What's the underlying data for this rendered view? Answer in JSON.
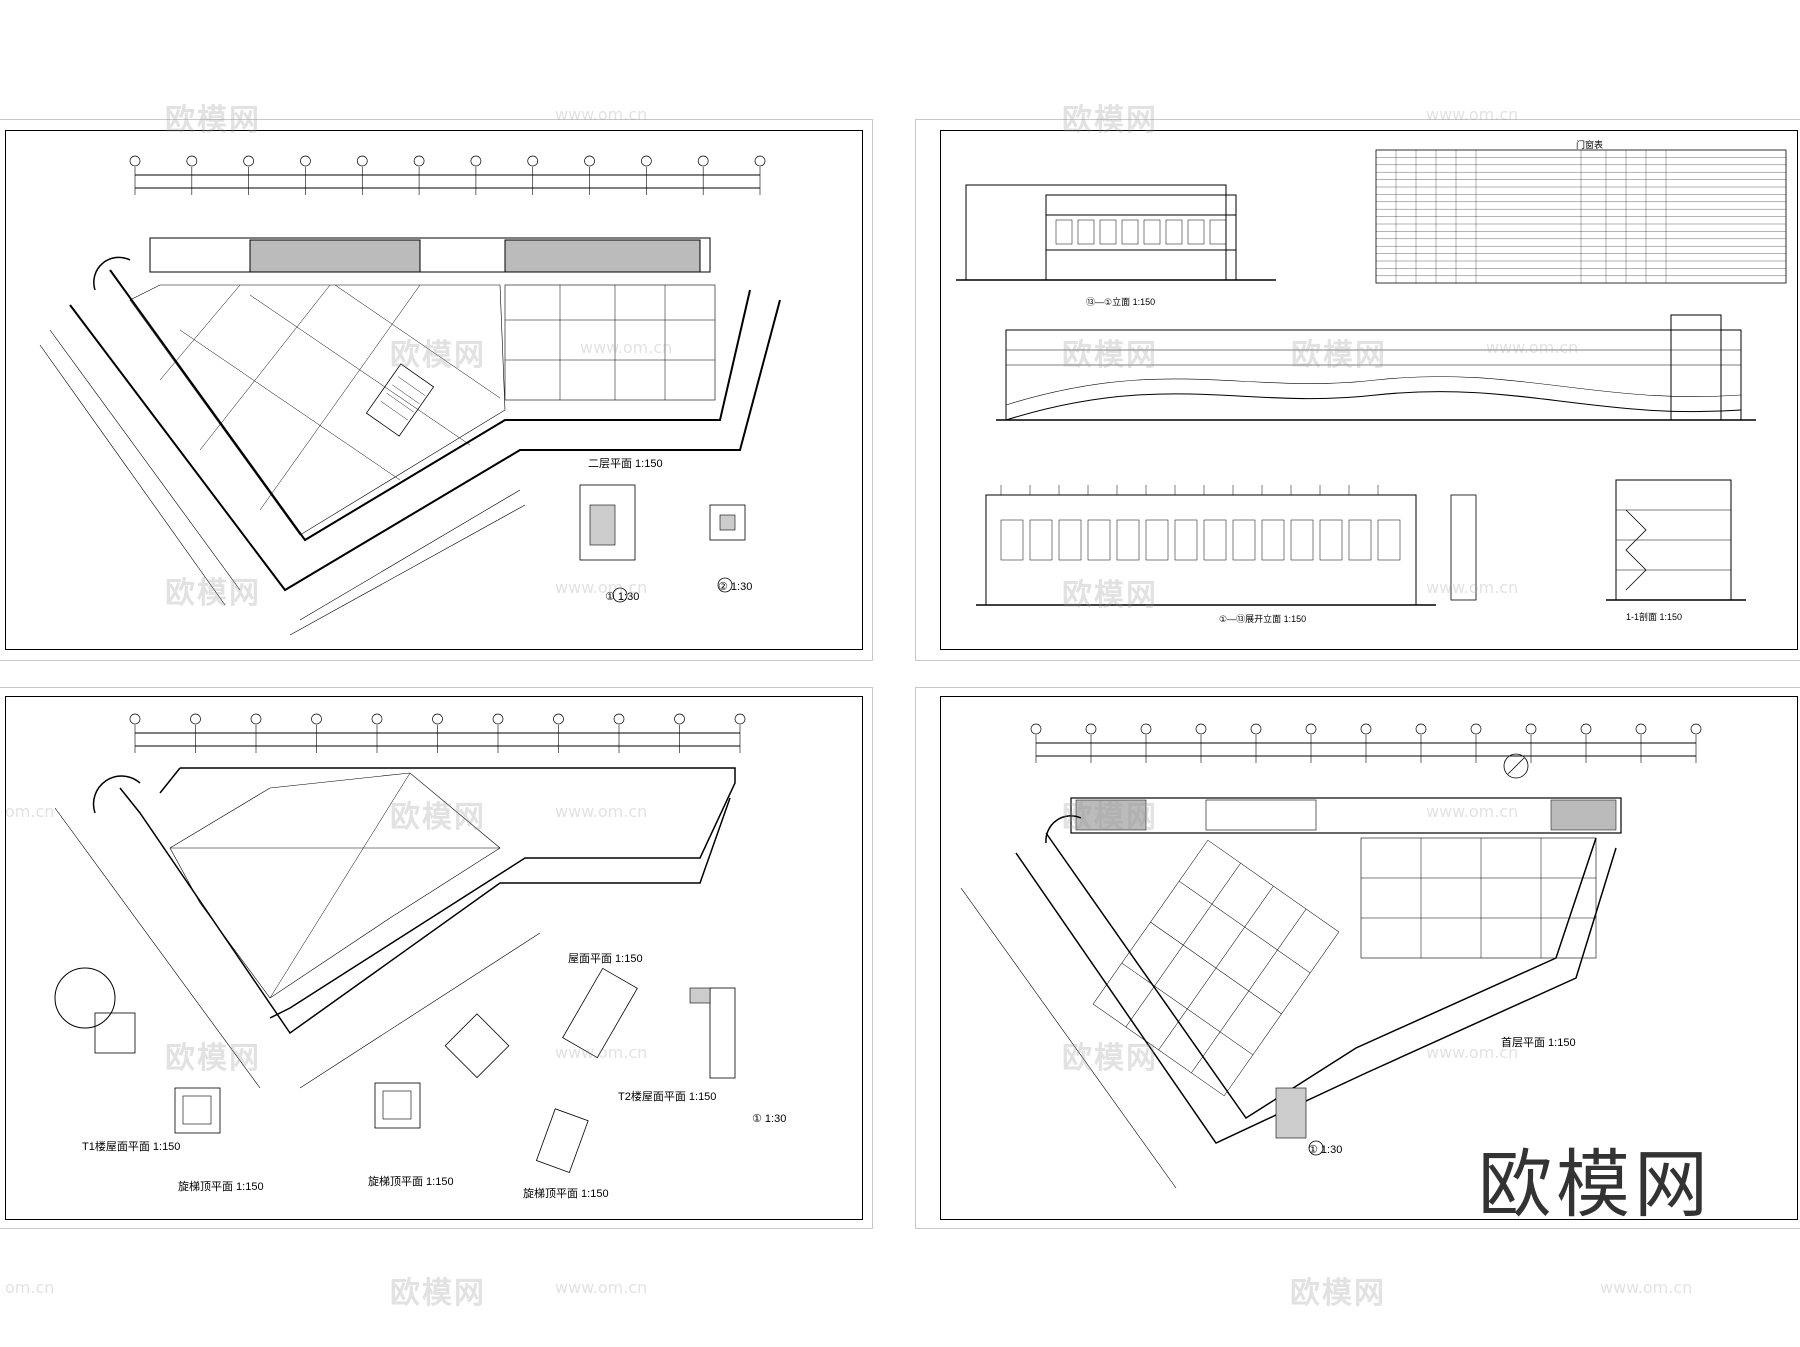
{
  "watermark": {
    "brand": "欧模网",
    "url": "www.om.cn",
    "url_partial": "om.cn",
    "logo": "欧模网"
  },
  "sheets": {
    "top_left": {
      "title": "二层平面 1:150",
      "detail1": "① 1:30",
      "detail2": "② 1:30"
    },
    "top_right": {
      "table_title": "门窗表",
      "elev1": "⑬—①立面 1:150",
      "elev2": "①—⑬展开立面 1:150",
      "section": "1-1剖面 1:150"
    },
    "bottom_left": {
      "title": "屋面平面 1:150",
      "t1": "T1楼屋面平面 1:150",
      "t2": "T2楼屋面平面 1:150",
      "stair1": "旋梯顶平面 1:150",
      "stair2": "旋梯顶平面 1:150",
      "stair3": "旋梯顶平面 1:150",
      "detail": "① 1:30"
    },
    "bottom_right": {
      "title": "首层平面 1:150",
      "detail": "① 1:30"
    }
  }
}
